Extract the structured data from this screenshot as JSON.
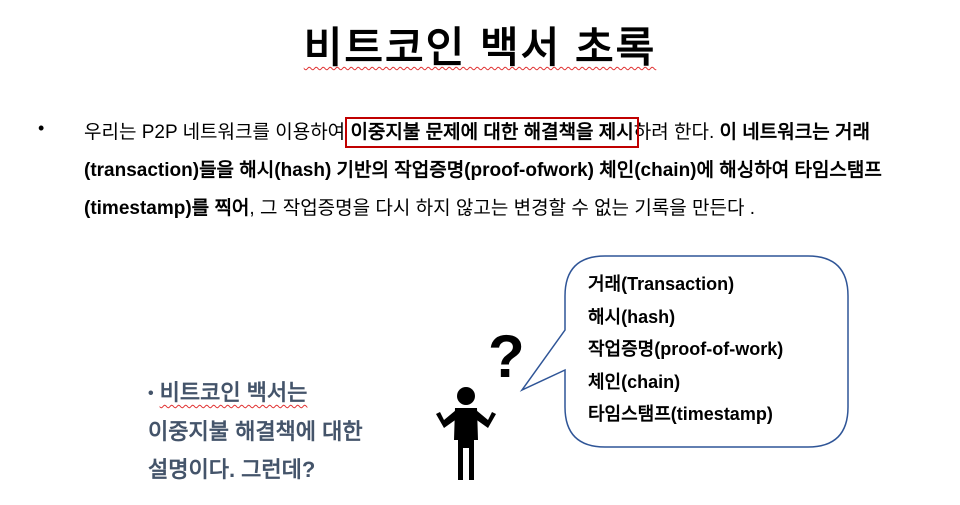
{
  "title": "비트코인 백서 초록",
  "paragraph": {
    "bullet": "•",
    "seg1": " 우리는 P2P 네트워크를 이용하여 ",
    "highlight": "이중지불 문제에 대한 해결책을 제시",
    "seg2": "하려 한다. ",
    "bold1": "이 네트워크는 거래 (transaction)들을 해시(hash) 기반의 작업증명(proof-ofwork) 체인(chain)에  해싱하여 타임스탬프 (timestamp)를 찍어",
    "seg3": ", 그 작업증명을 다시 하지 않고는 변경할 수 없는 기록을 만든다 ."
  },
  "bubble": {
    "items": [
      "거래(Transaction)",
      "해시(hash)",
      "작업증명(proof-of-work)",
      "체인(chain)",
      "타임스탬프(timestamp)"
    ]
  },
  "question_mark": "?",
  "summary": {
    "bullet": "•",
    "line1": "비트코인 백서는",
    "line2": "이중지불 해결책에 대한",
    "line3": "설명이다. 그런데?"
  },
  "colors": {
    "highlight_border": "#c00000",
    "bubble_border": "#2f5597",
    "summary_text": "#44546a"
  }
}
